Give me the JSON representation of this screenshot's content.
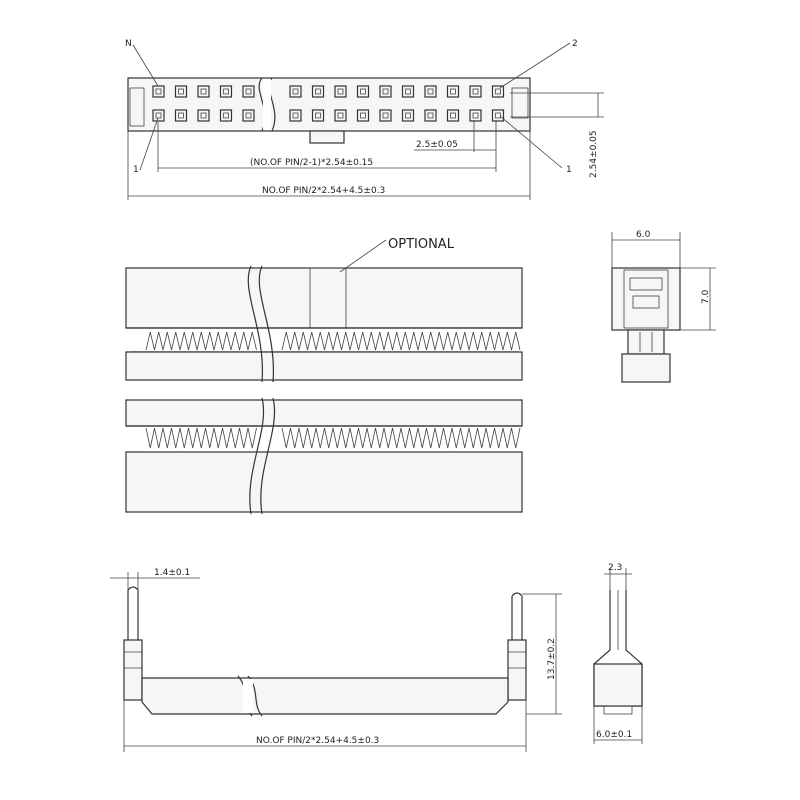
{
  "top_view": {
    "pin_n_label": "N",
    "pin_2_label": "2",
    "pin_1_label": "1",
    "edge_offset_label": "1",
    "pitch_half_label": "2.5±0.05",
    "pitch_label": "(NO.OF PIN/2-1)*2.54±0.15",
    "overall_label": "NO.OF PIN/2*2.54+4.5±0.3",
    "row_pitch_label": "2.54±0.05"
  },
  "front_view": {
    "optional_label": "OPTIONAL"
  },
  "end_view_top": {
    "width_label": "6.0",
    "height_label": "7.0"
  },
  "side_view": {
    "latch_label": "1.4±0.1",
    "height_label": "13.7±0.2",
    "overall_label": "NO.OF PIN/2*2.54+4.5±0.3"
  },
  "end_view_bottom": {
    "top_width_label": "2.3",
    "base_width_label": "6.0±0.1"
  }
}
